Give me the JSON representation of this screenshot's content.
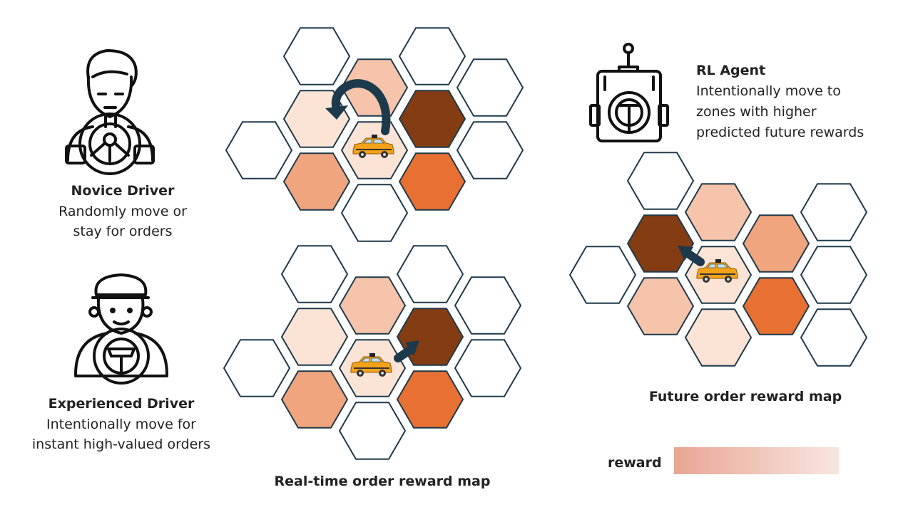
{
  "colors": {
    "outline": "#1f3a4a",
    "level0": "#ffffff",
    "level1": "#fbe3d6",
    "level2": "#f5c4ab",
    "level3": "#f0a57f",
    "level4": "#e87033",
    "level5": "#843c12",
    "arrow": "#1c3a4c",
    "taxi_body": "#f5a21b",
    "legend_start": "#e8a593",
    "legend_end": "#f7e6e0"
  },
  "icons": {
    "novice": "novice-driver-icon",
    "experienced": "experienced-driver-icon",
    "agent": "rl-agent-robot-icon",
    "taxi": "taxi-icon"
  },
  "novice": {
    "title": "Novice Driver",
    "desc_line1": "Randomly move or",
    "desc_line2": "stay for orders"
  },
  "experienced": {
    "title": "Experienced Driver",
    "desc_line1": "Intentionally move for",
    "desc_line2": "instant high-valued orders"
  },
  "agent": {
    "title": "RL Agent",
    "desc_line1": "Intentionally move to",
    "desc_line2": "zones with higher",
    "desc_line3": "predicted future rewards"
  },
  "realtime_map_label": "Real-time order reward map",
  "future_map_label": "Future order reward map",
  "legend_label": "reward",
  "grids": {
    "novice_map": [
      0,
      0,
      0,
      2,
      1,
      5,
      0,
      0,
      1,
      4,
      3,
      0
    ],
    "experienced_map": [
      0,
      0,
      0,
      2,
      1,
      5,
      0,
      0,
      1,
      4,
      3,
      0
    ],
    "future_map": [
      0,
      2,
      0,
      5,
      3,
      0,
      0,
      2,
      1,
      4,
      1,
      0
    ]
  }
}
